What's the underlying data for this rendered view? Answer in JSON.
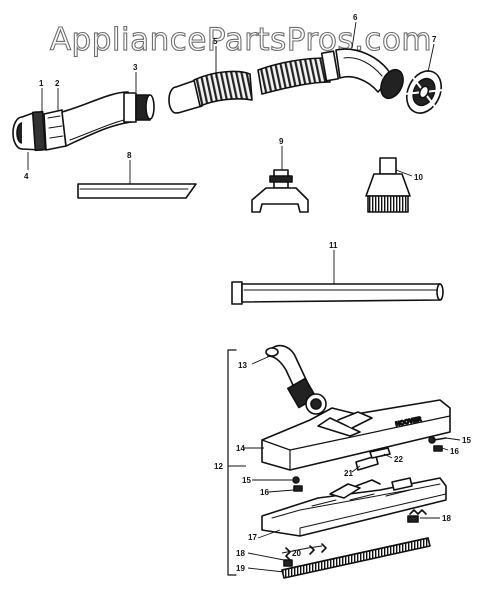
{
  "watermark": "AppliancePartsPros.com",
  "nameplate": "HOOVER",
  "callouts": [
    "1",
    "2",
    "3",
    "4",
    "5",
    "6",
    "7",
    "8",
    "9",
    "10",
    "11",
    "12",
    "13",
    "14",
    "15",
    "15",
    "16",
    "16",
    "17",
    "18",
    "18",
    "19",
    "20",
    "21",
    "22"
  ]
}
